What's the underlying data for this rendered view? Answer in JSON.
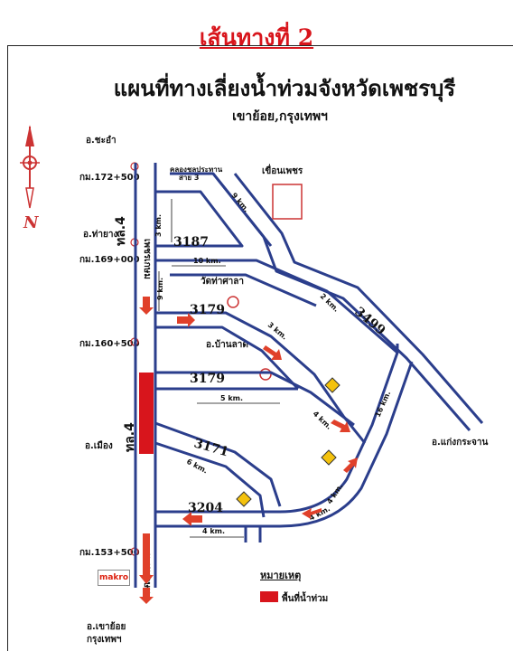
{
  "route_title": "เส้นทางที่ 2",
  "map_title": "แผนที่ทางเลี่ยงน้ำท่วมจังหวัดเพชรบุรี",
  "map_subtitle": "เขาย้อย,กรุงเทพฯ",
  "compass": {
    "label": "N",
    "icon": "compass-icon"
  },
  "places": {
    "cha_am": "อ.ชะอำ",
    "tha_yang": "อ.ท่ายาง",
    "mueang": "อ.เมือง",
    "khao_yoi": "อ.เขาย้อย",
    "bangkok": "กรุงเทพฯ",
    "ban_lat": "อ.บ้านลาด",
    "kaeng_krachan": "อ.แก่งกระจาน",
    "dam": "เขื่อนเพชร",
    "temple": "วัดท่าศาลา",
    "canal": "คลองชลประทาน",
    "canal_sub": "สาย 3"
  },
  "km_markers": [
    "กม.172+500",
    "กม.169+000",
    "กม.160+500",
    "กม.153+500"
  ],
  "highway": {
    "name": "ทล.4",
    "road_name": "เพชรเกษม"
  },
  "road_numbers": {
    "r3187": "3187",
    "r3179a": "3179",
    "r3179b": "3179",
    "r3171": "3171",
    "r3204": "3204",
    "r3499": "3499"
  },
  "distances": {
    "d3a": "3 km.",
    "d9a": "9 km.",
    "d10": "10 km.",
    "d9b": "9 km.",
    "d2": "2 km.",
    "d3b": "3 km.",
    "d5": "5 km.",
    "d4a": "4 km.",
    "d16": "16 km.",
    "d6": "6 km.",
    "d4b": "4 km.",
    "d4c": "4 km.",
    "d4d": "4 km."
  },
  "store": {
    "label": "makro"
  },
  "legend": {
    "title": "หมายเหตุ",
    "flood_label": "พื้นที่น้ำท่วม"
  },
  "colors": {
    "road": "#2b3e8c",
    "flood": "#d8151c",
    "arrow": "#e0402a",
    "title_red": "#d8151c"
  }
}
